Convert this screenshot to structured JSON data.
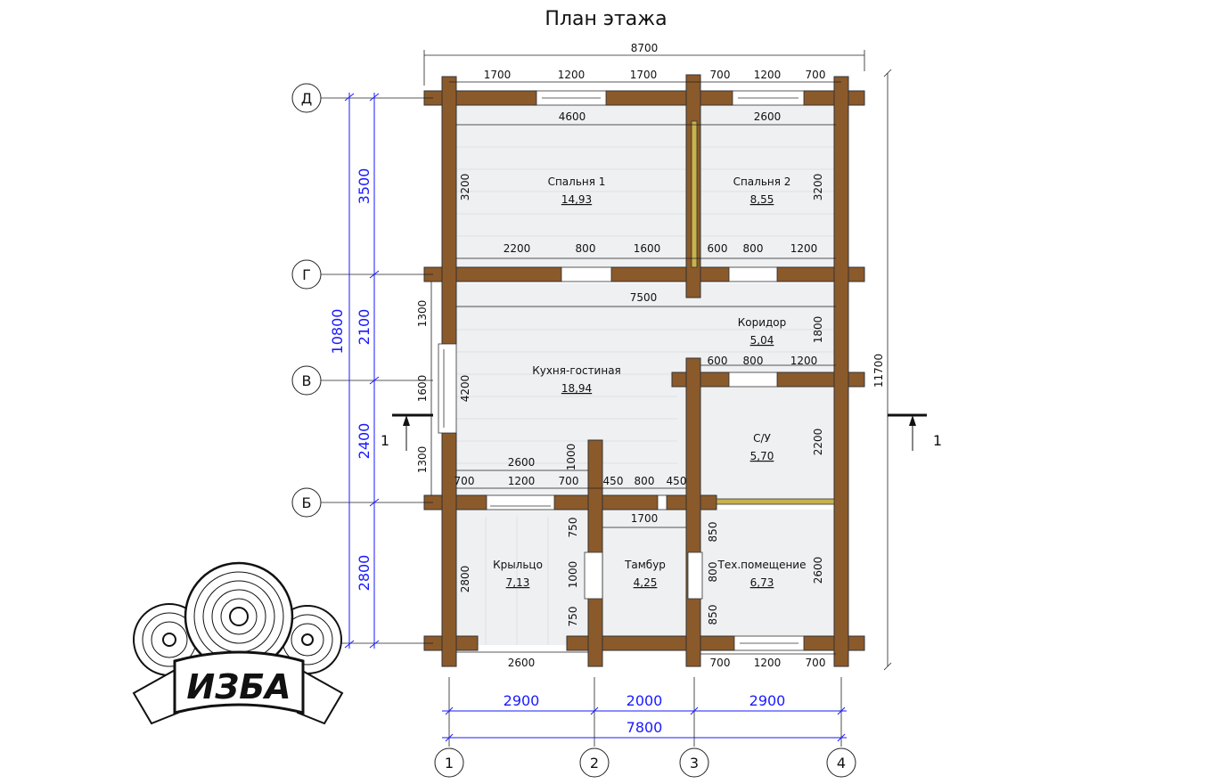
{
  "title": "План этажа",
  "logo": {
    "text": "ИЗБА"
  },
  "axes_letters": [
    "Д",
    "Г",
    "В",
    "Б"
  ],
  "axes_numbers": [
    "1",
    "2",
    "3",
    "4"
  ],
  "section_mark": "1",
  "rooms": [
    {
      "name": "Спальня 1",
      "area": "14,93"
    },
    {
      "name": "Спальня 2",
      "area": "8,55"
    },
    {
      "name": "Коридор",
      "area": "5,04"
    },
    {
      "name": "Кухня-гостиная",
      "area": "18,94"
    },
    {
      "name": "С/У",
      "area": "5,70"
    },
    {
      "name": "Крыльцо",
      "area": "7,13"
    },
    {
      "name": "Тамбур",
      "area": "4,25"
    },
    {
      "name": "Тех.помещение",
      "area": "6,73"
    }
  ],
  "dims_top": {
    "overall": "8700",
    "segments": [
      "1700",
      "1200",
      "1700",
      "700",
      "1200",
      "700"
    ]
  },
  "dims_inner": [
    "4600",
    "2600",
    "2200",
    "800",
    "1600",
    "600",
    "800",
    "1200",
    "7500",
    "600",
    "800",
    "1200",
    "2600",
    "1000",
    "700",
    "1200",
    "700",
    "450",
    "800",
    "450",
    "1700",
    "2600",
    "700",
    "1200",
    "700"
  ],
  "dims_vertical": [
    "3200",
    "3200",
    "1300",
    "1600",
    "1300",
    "4200",
    "1800",
    "2200",
    "750",
    "1000",
    "750",
    "2800",
    "850",
    "800",
    "850",
    "2600",
    "11700"
  ],
  "dims_left_blue": [
    "3500",
    "2100",
    "2400",
    "2800",
    "10800"
  ],
  "dims_bottom_blue": [
    "2900",
    "2000",
    "2900",
    "7800"
  ]
}
